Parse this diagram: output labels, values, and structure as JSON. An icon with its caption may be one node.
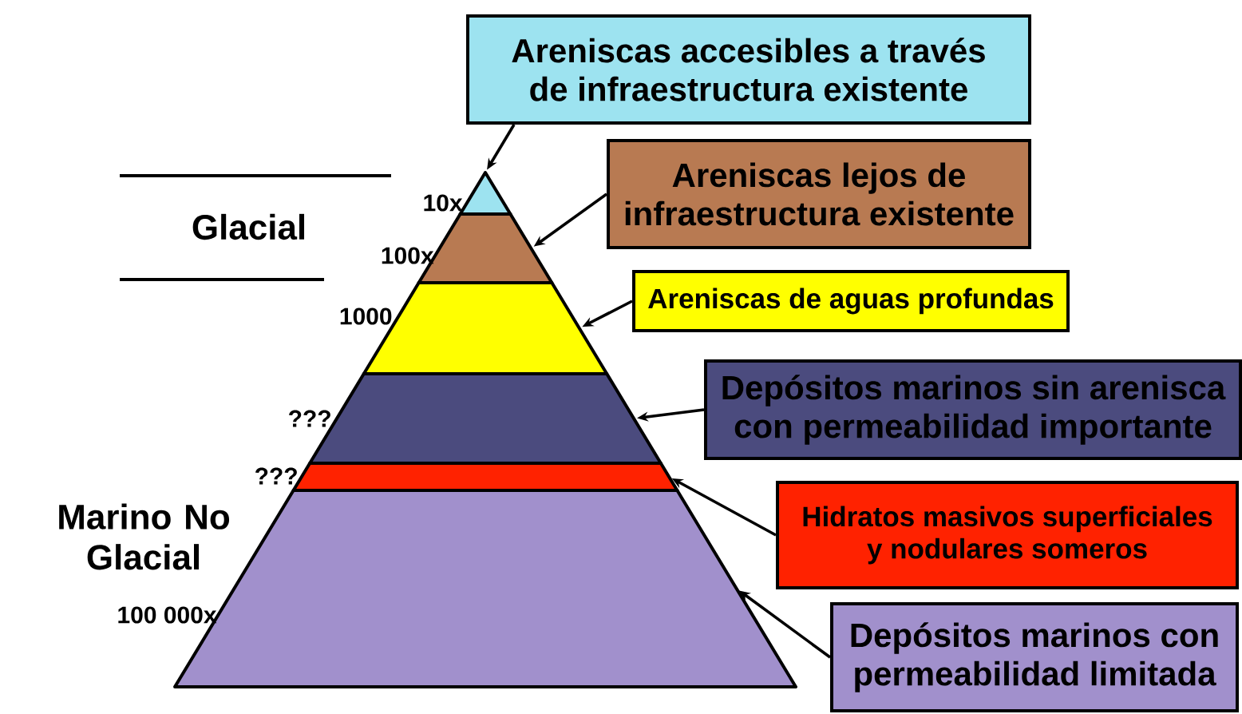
{
  "diagram": {
    "nodes": [
      {
        "text": [
          "Areniscas accesibles a través de infraestructura existente"
        ]
      },
      {
        "text": [
          "Areniscas lejos de infraestructura existente"
        ]
      },
      {
        "text": [
          "Areniscas de aguas profundas"
        ]
      },
      {
        "text": [
          "Depósitos marinos sin arenisca con permeabilidad importante"
        ]
      },
      {
        "text": [
          "Hidratos masivos superficiales y nodulares someros"
        ]
      },
      {
        "text": [
          "Depósitos marinos con permeabilidad limitada"
        ]
      },
      {
        "text": [],
        "shape": "triangle"
      },
      {
        "text": [],
        "shape": "trapezoid"
      },
      {
        "text": [],
        "shape": "trapezoid"
      },
      {
        "text": [],
        "shape": "trapezoid"
      },
      {
        "text": [],
        "shape": "trapezoid"
      },
      {
        "text": [],
        "shape": "trapezoid"
      }
    ],
    "edges": [
      {
        "from": 0,
        "to": 6,
        "arrow": "to"
      },
      {
        "from": 1,
        "to": 7,
        "arrow": "to"
      },
      {
        "from": 2,
        "to": 8,
        "arrow": "to"
      },
      {
        "from": 3,
        "to": 9,
        "arrow": "to"
      },
      {
        "from": 4,
        "to": 10,
        "arrow": "to"
      },
      {
        "from": 5,
        "to": 11,
        "arrow": "to"
      }
    ],
    "labels": [
      "10x",
      "Glacial",
      "100x",
      "1000",
      "???",
      "???",
      "Marino No Glacial",
      "100 000x"
    ]
  }
}
